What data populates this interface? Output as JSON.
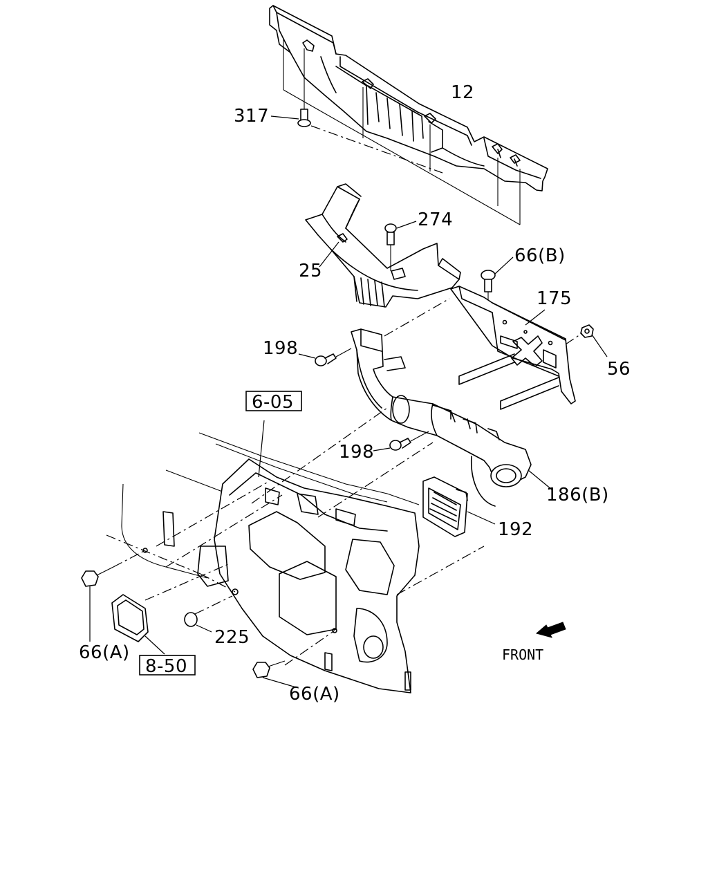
{
  "callouts": {
    "c12": "12",
    "c317": "317",
    "c274": "274",
    "c25": "25",
    "c66b": "66(B)",
    "c175": "175",
    "c198a": "198",
    "c56": "56",
    "c198b": "198",
    "c186b": "186(B)",
    "c192": "192",
    "c225": "225",
    "c66a_left": "66(A)",
    "c66a_bottom": "66(A)"
  },
  "references": {
    "ref605": "6-05",
    "ref850": "8-50"
  },
  "front_label": "FRONT",
  "icons": [
    "front-arrow-icon"
  ]
}
